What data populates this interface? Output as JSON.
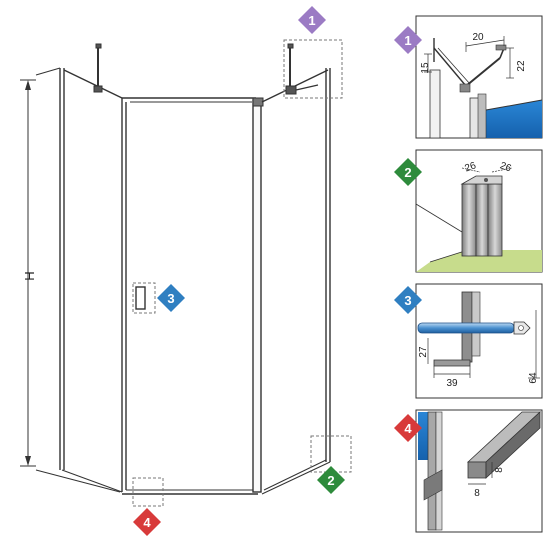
{
  "main": {
    "height_label": "H"
  },
  "badges": [
    {
      "number": "1",
      "color": "#9b7bc4"
    },
    {
      "number": "2",
      "color": "#2e8b3c"
    },
    {
      "number": "3",
      "color": "#2f7fc1"
    },
    {
      "number": "4",
      "color": "#d83a3a"
    }
  ],
  "details": {
    "d1": {
      "w": "20",
      "h_left": "15",
      "h_right": "22"
    },
    "d2": {
      "a": "26",
      "b": "26"
    },
    "d3": {
      "h": "27",
      "w": "39",
      "total": "64"
    },
    "d4": {
      "h": "8",
      "w": "8"
    }
  },
  "colors": {
    "glass_blue": "#1e78c8",
    "floor_green": "#c7dc8c",
    "profile_gray": "#9a9a9a"
  }
}
